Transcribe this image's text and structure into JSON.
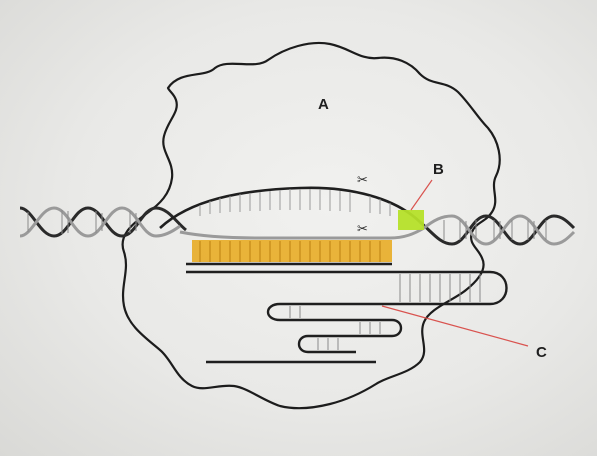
{
  "labels": {
    "a": "A",
    "b": "B",
    "c": "C"
  },
  "icons": {
    "cut_site": "✂"
  },
  "colors": {
    "blob_outline": "#1c1c1c",
    "dna_dark": "#2a2a2a",
    "dna_grey": "#9a9a9a",
    "guide_rna": "#e8a81a",
    "pam": "#b5e02a",
    "pointer": "#d9534f"
  }
}
